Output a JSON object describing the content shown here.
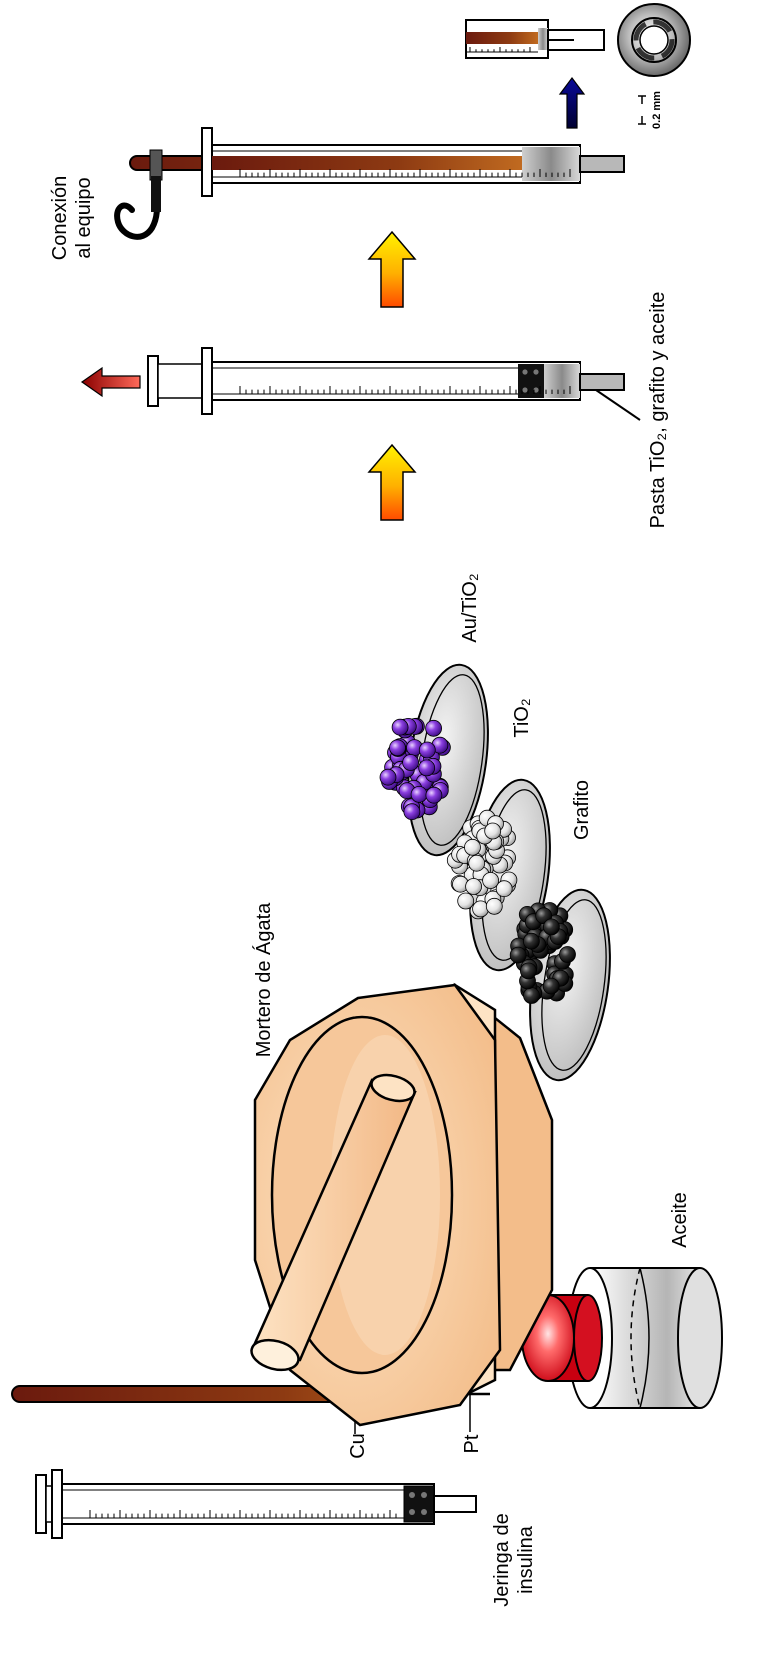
{
  "labels": {
    "insulin_syringe_1": "Jeringa de",
    "insulin_syringe_2": "insulina",
    "copper": "Cu",
    "platinum": "Pt",
    "oil": "Aceite",
    "mortar": "Mortero de Ágata",
    "graphite": "Grafito",
    "tio2": "TiO₂",
    "au_tio2": "Au/TiO₂",
    "paste": "Pasta TiO₂, grafito y aceite",
    "connection_1": "Conexión",
    "connection_2": "al equipo",
    "scale": "0.2 mm"
  },
  "colors": {
    "copper_dark": "#6b1a0e",
    "copper_light": "#b9621f",
    "mortar_fill": "#f6caa0",
    "mortar_light": "#fde3c4",
    "lid_red": "#e8181f",
    "gold_particles": "#7a32c8",
    "tio2_particles": "#e6e6e6",
    "graphite_particles": "#222222",
    "arrow_yellow": "#ffd200",
    "arrow_orange": "#ff5a00",
    "arrow_red": "#b01010",
    "arrow_blue": "#0a0a9a"
  }
}
